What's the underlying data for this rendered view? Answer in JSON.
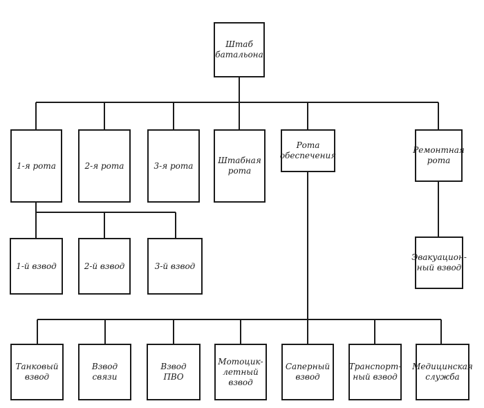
{
  "diagram": {
    "nodes": {
      "hq": "Штаб\nбатальона",
      "company_1": "1-я рота",
      "company_2": "2-я рота",
      "company_3": "3-я рота",
      "hq_company": "Штабная\nрота",
      "support_company": "Рота\nобеспечения",
      "repair_company": "Ремонтная\nрота",
      "platoon_1": "1-й взвод",
      "platoon_2": "2-й взвод",
      "platoon_3": "3-й взвод",
      "evacuation_platoon": "Эвакуацион-\nный взвод",
      "tank_platoon": "Танковый\nвзвод",
      "signal_platoon": "Взвод\nсвязи",
      "air_defense_platoon": "Взвод\nПВО",
      "motorcycle_platoon": "Мотоцик-\nлетный взвод",
      "sapper_platoon": "Саперный\nвзвод",
      "transport_platoon": "Транспорт-\nный взвод",
      "medical_service": "Медицинская\nслужба"
    }
  }
}
